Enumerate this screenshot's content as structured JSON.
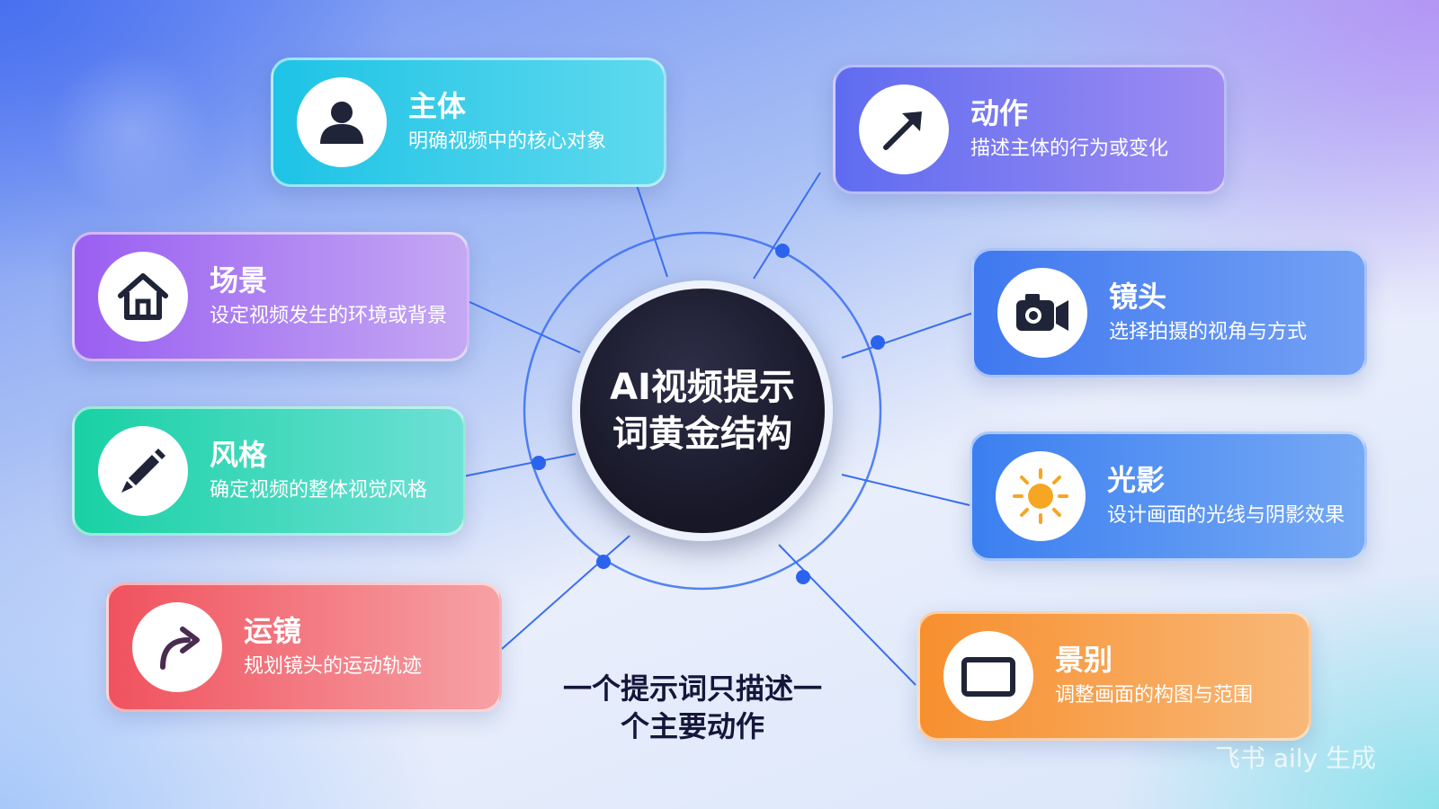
{
  "center": {
    "line1": "AI视频提示",
    "line2": "词黄金结构"
  },
  "cards": {
    "subject": {
      "title": "主体",
      "desc": "明确视频中的核心对象",
      "icon": "person-icon"
    },
    "action": {
      "title": "动作",
      "desc": "描述主体的行为或变化",
      "icon": "arrow-up-right-icon"
    },
    "scene": {
      "title": "场景",
      "desc": "设定视频发生的环境或背景",
      "icon": "house-icon"
    },
    "camera": {
      "title": "镜头",
      "desc": "选择拍摄的视角与方式",
      "icon": "camera-icon"
    },
    "style": {
      "title": "风格",
      "desc": "确定视频的整体视觉风格",
      "icon": "pencil-icon"
    },
    "lighting": {
      "title": "光影",
      "desc": "设计画面的光线与阴影效果",
      "icon": "sun-icon"
    },
    "movement": {
      "title": "运镜",
      "desc": "规划镜头的运动轨迹",
      "icon": "curved-arrow-icon"
    },
    "framing": {
      "title": "景别",
      "desc": "调整画面的构图与范围",
      "icon": "frame-icon"
    }
  },
  "note": {
    "line1": "一个提示词只描述一",
    "line2": "个主要动作"
  },
  "watermark": "飞书 aily 生成",
  "colors": {
    "subject": "#27c6e6",
    "action": "#6b72f0",
    "scene": "#9a6cf0",
    "camera": "#4a80f0",
    "style": "#22d4b0",
    "lighting": "#3f86f0",
    "movement": "#f0586a",
    "framing": "#f79a3a",
    "connector": "#3a6ff0",
    "center": "#1c1c2e"
  }
}
